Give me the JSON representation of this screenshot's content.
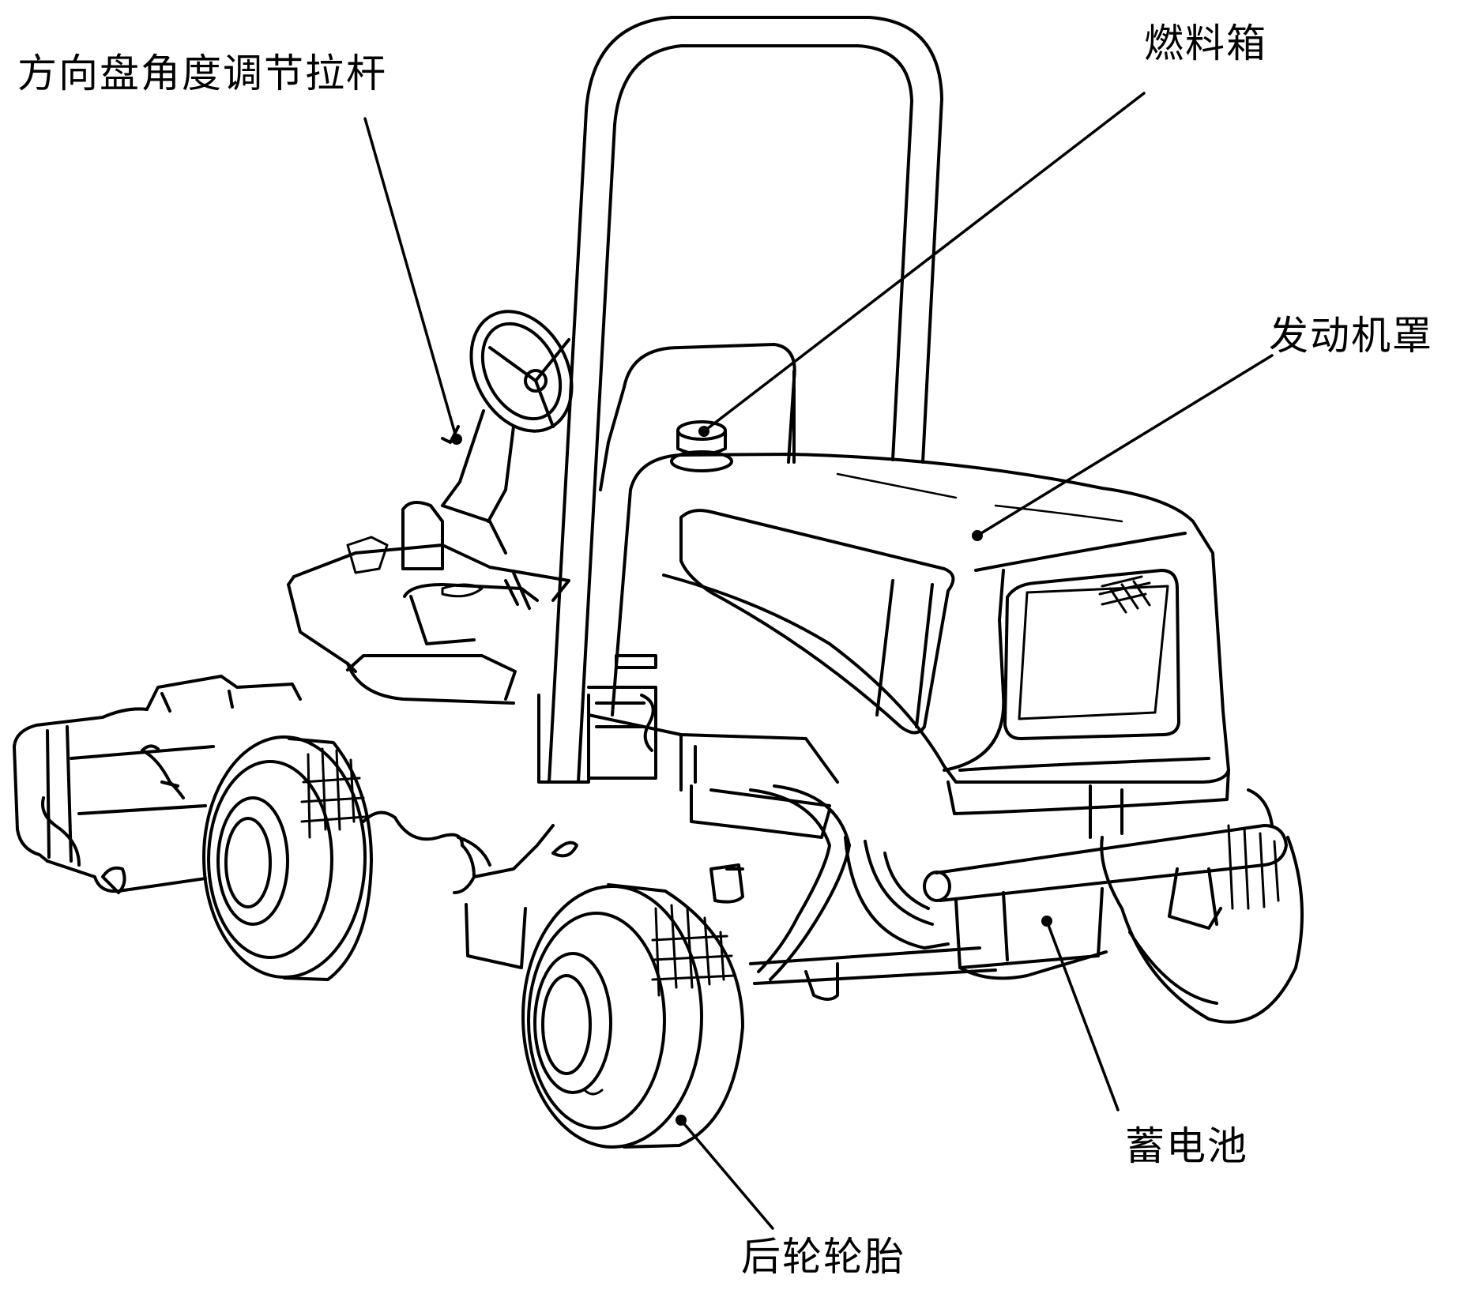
{
  "labels": {
    "steering_lever": "方向盘角度调节拉杆",
    "fuel_tank": "燃料箱",
    "engine_hood": "发动机罩",
    "battery": "蓄电池",
    "rear_tire": "后轮轮胎"
  },
  "colors": {
    "line": "#000000",
    "background": "#ffffff"
  }
}
